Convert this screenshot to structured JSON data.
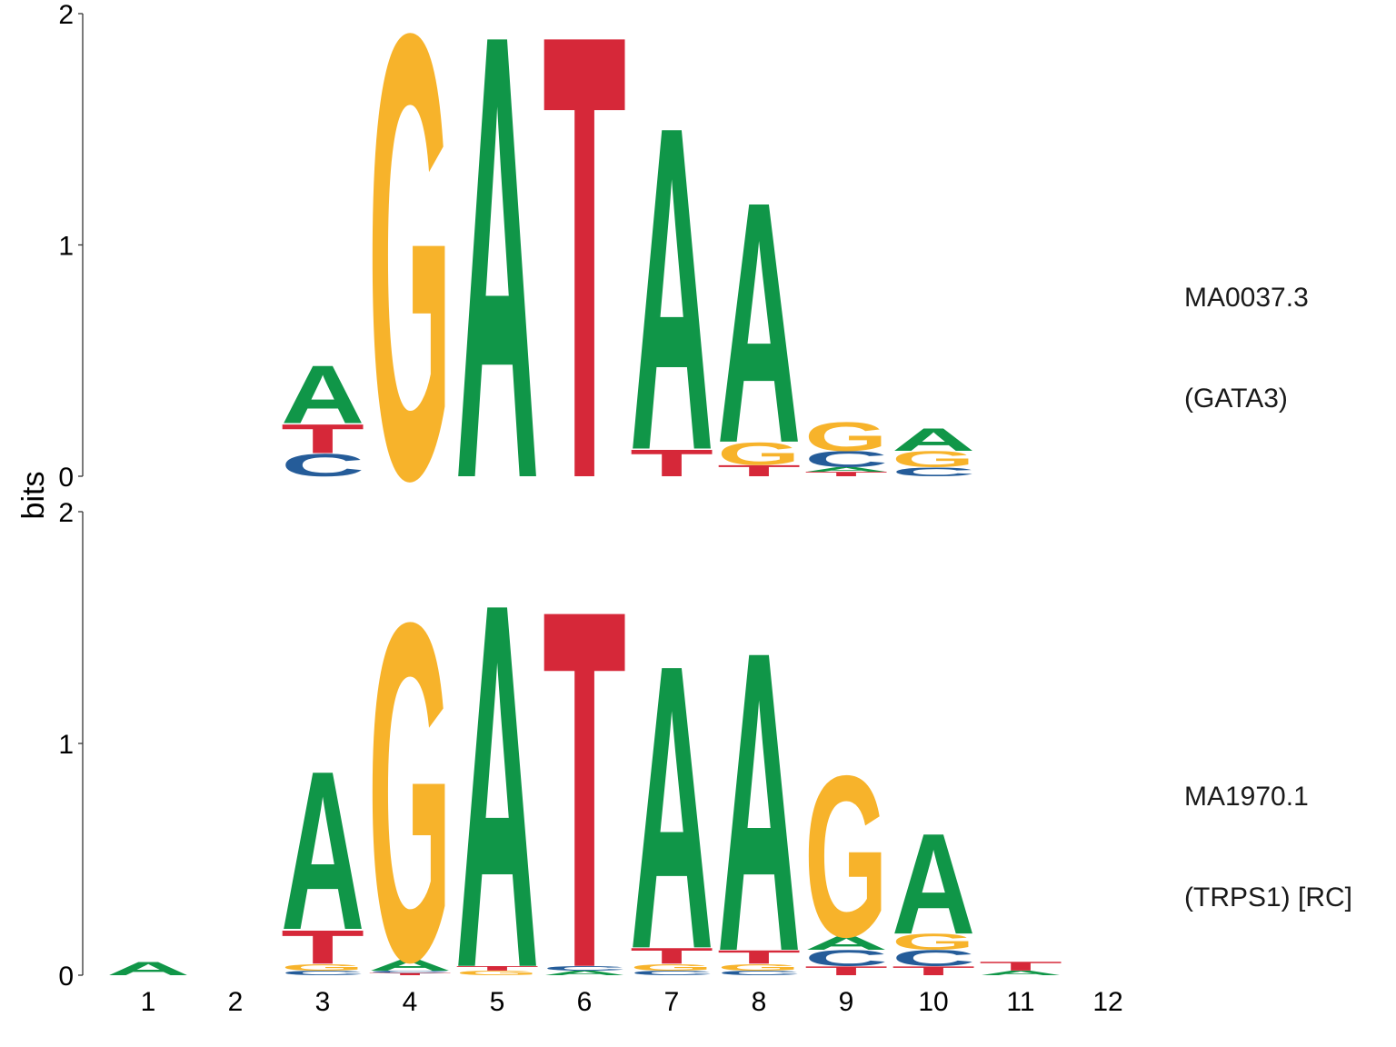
{
  "chart_data": {
    "type": "sequence_logo",
    "title": "",
    "ylabel": "bits",
    "xlabel": "",
    "x_ticks": [
      "1",
      "2",
      "3",
      "4",
      "5",
      "6",
      "7",
      "8",
      "9",
      "10",
      "11",
      "12"
    ],
    "ylim": [
      0,
      2
    ],
    "y_ticks": [
      "0",
      "1",
      "2"
    ],
    "colors": {
      "A": "#109648",
      "C": "#255C99",
      "G": "#F7B32B",
      "T": "#D62839"
    },
    "panels": [
      {
        "name": "MA0037.3",
        "label_line1": "MA0037.3",
        "label_line2": "(GATA3)",
        "offset_columns": 2,
        "columns": [
          {
            "position": 3,
            "stack": [
              {
                "base": "C",
                "bits": 0.1
              },
              {
                "base": "T",
                "bits": 0.13
              },
              {
                "base": "A",
                "bits": 0.26
              }
            ]
          },
          {
            "position": 4,
            "stack": [
              {
                "base": "G",
                "bits": 1.99
              }
            ]
          },
          {
            "position": 5,
            "stack": [
              {
                "base": "A",
                "bits": 1.99
              }
            ]
          },
          {
            "position": 6,
            "stack": [
              {
                "base": "T",
                "bits": 1.99
              }
            ]
          },
          {
            "position": 7,
            "stack": [
              {
                "base": "T",
                "bits": 0.12
              },
              {
                "base": "A",
                "bits": 1.45
              }
            ]
          },
          {
            "position": 8,
            "stack": [
              {
                "base": "T",
                "bits": 0.05
              },
              {
                "base": "G",
                "bits": 0.1
              },
              {
                "base": "A",
                "bits": 1.08
              }
            ]
          },
          {
            "position": 9,
            "stack": [
              {
                "base": "T",
                "bits": 0.02
              },
              {
                "base": "A",
                "bits": 0.02
              },
              {
                "base": "C",
                "bits": 0.07
              },
              {
                "base": "G",
                "bits": 0.13
              }
            ]
          },
          {
            "position": 10,
            "stack": [
              {
                "base": "C",
                "bits": 0.04
              },
              {
                "base": "G",
                "bits": 0.07
              },
              {
                "base": "A",
                "bits": 0.1
              }
            ]
          }
        ]
      },
      {
        "name": "MA1970.1",
        "label_line1": "MA1970.1",
        "label_line2": "(TRPS1) [RC]",
        "offset_columns": 0,
        "columns": [
          {
            "position": 1,
            "stack": [
              {
                "base": "A",
                "bits": 0.06
              }
            ]
          },
          {
            "position": 2,
            "stack": []
          },
          {
            "position": 3,
            "stack": [
              {
                "base": "C",
                "bits": 0.02
              },
              {
                "base": "G",
                "bits": 0.03
              },
              {
                "base": "T",
                "bits": 0.15
              },
              {
                "base": "A",
                "bits": 0.71
              }
            ]
          },
          {
            "position": 4,
            "stack": [
              {
                "base": "T",
                "bits": 0.01
              },
              {
                "base": "C",
                "bits": 0.01
              },
              {
                "base": "A",
                "bits": 0.05
              },
              {
                "base": "G",
                "bits": 1.51
              }
            ]
          },
          {
            "position": 5,
            "stack": [
              {
                "base": "G",
                "bits": 0.02
              },
              {
                "base": "T",
                "bits": 0.02
              },
              {
                "base": "A",
                "bits": 1.63
              }
            ]
          },
          {
            "position": 6,
            "stack": [
              {
                "base": "A",
                "bits": 0.02
              },
              {
                "base": "C",
                "bits": 0.02
              },
              {
                "base": "T",
                "bits": 1.6
              }
            ]
          },
          {
            "position": 7,
            "stack": [
              {
                "base": "C",
                "bits": 0.02
              },
              {
                "base": "G",
                "bits": 0.03
              },
              {
                "base": "T",
                "bits": 0.07
              },
              {
                "base": "A",
                "bits": 1.27
              }
            ]
          },
          {
            "position": 8,
            "stack": [
              {
                "base": "C",
                "bits": 0.02
              },
              {
                "base": "G",
                "bits": 0.03
              },
              {
                "base": "T",
                "bits": 0.06
              },
              {
                "base": "A",
                "bits": 1.34
              }
            ]
          },
          {
            "position": 9,
            "stack": [
              {
                "base": "T",
                "bits": 0.04
              },
              {
                "base": "C",
                "bits": 0.07
              },
              {
                "base": "A",
                "bits": 0.06
              },
              {
                "base": "G",
                "bits": 0.72
              }
            ]
          },
          {
            "position": 10,
            "stack": [
              {
                "base": "T",
                "bits": 0.04
              },
              {
                "base": "C",
                "bits": 0.07
              },
              {
                "base": "G",
                "bits": 0.07
              },
              {
                "base": "A",
                "bits": 0.45
              }
            ]
          },
          {
            "position": 11,
            "stack": [
              {
                "base": "A",
                "bits": 0.02
              },
              {
                "base": "T",
                "bits": 0.04
              }
            ]
          },
          {
            "position": 12,
            "stack": []
          }
        ]
      }
    ],
    "grid": false,
    "legend": "none"
  }
}
